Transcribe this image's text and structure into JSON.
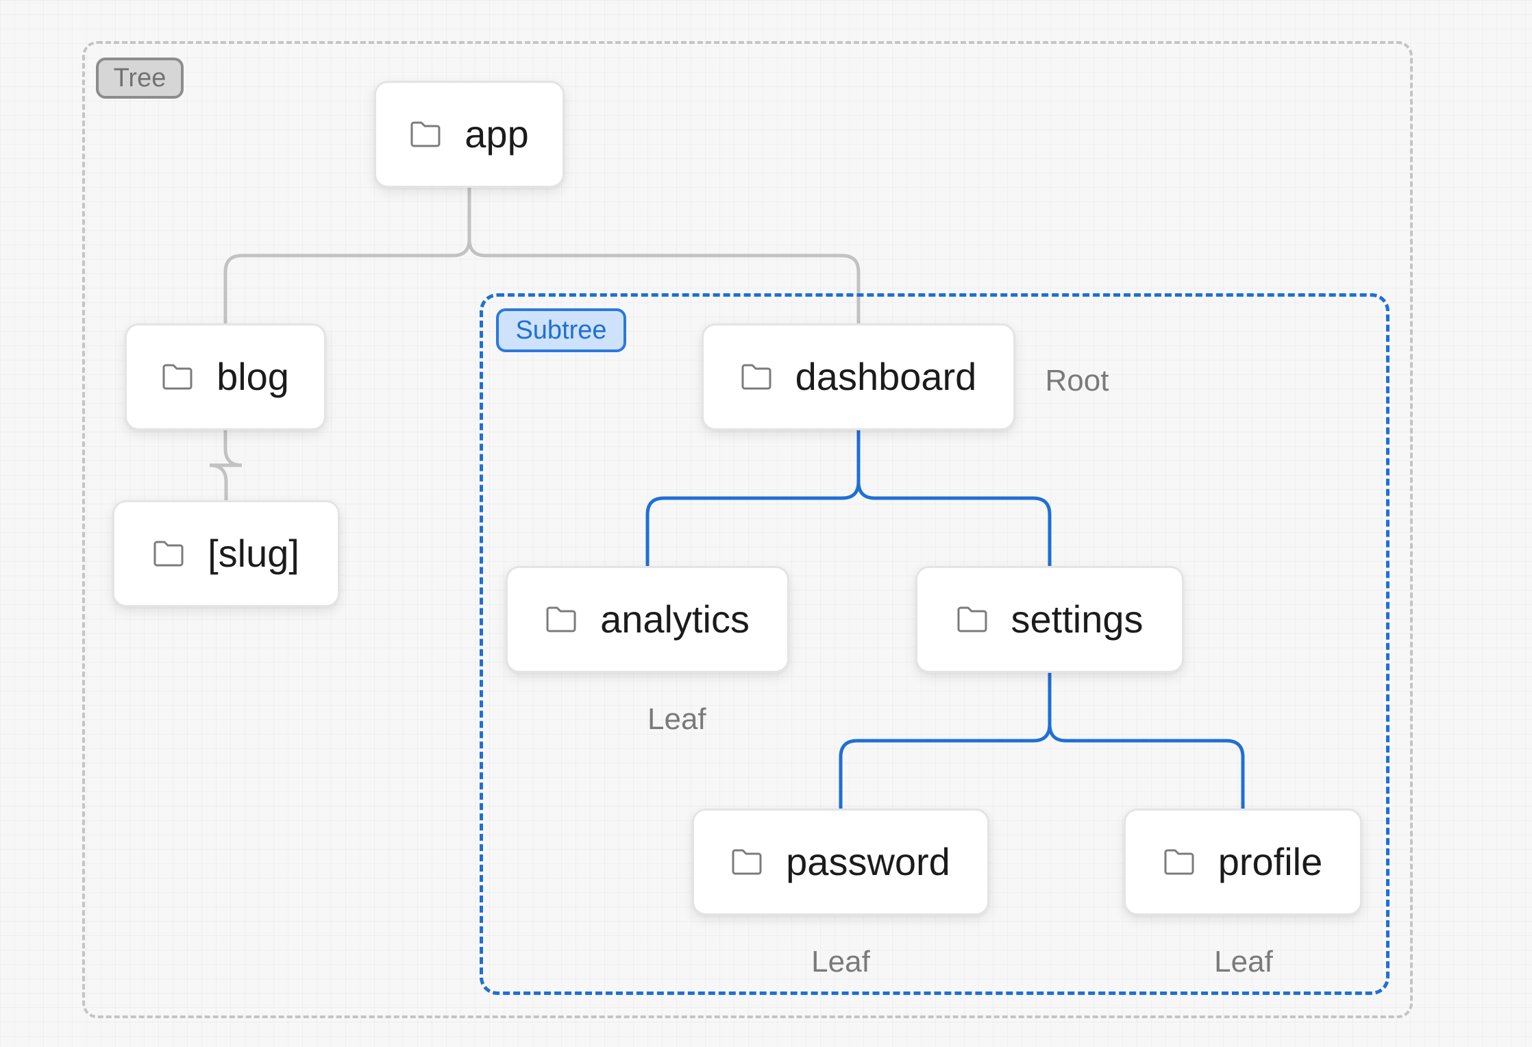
{
  "regions": {
    "tree_label": "Tree",
    "subtree_label": "Subtree"
  },
  "nodes": {
    "app": "app",
    "blog": "blog",
    "slug": "[slug]",
    "dashboard": "dashboard",
    "analytics": "analytics",
    "settings": "settings",
    "password": "password",
    "profile": "profile"
  },
  "annotations": {
    "dashboard": "Root",
    "analytics": "Leaf",
    "password": "Leaf",
    "profile": "Leaf"
  },
  "icons": {
    "node_icon": "folder-icon"
  },
  "colors": {
    "tree_link": "#c2c2c2",
    "subtree_link": "#1f6fd6",
    "subtree_border": "#1f6fd6",
    "tree_border": "#c4c4c4"
  },
  "edges": [
    {
      "from": "app",
      "to": "blog",
      "group": "tree"
    },
    {
      "from": "app",
      "to": "dashboard",
      "group": "tree"
    },
    {
      "from": "blog",
      "to": "slug",
      "group": "tree"
    },
    {
      "from": "dashboard",
      "to": "analytics",
      "group": "subtree"
    },
    {
      "from": "dashboard",
      "to": "settings",
      "group": "subtree"
    },
    {
      "from": "settings",
      "to": "password",
      "group": "subtree"
    },
    {
      "from": "settings",
      "to": "profile",
      "group": "subtree"
    }
  ]
}
